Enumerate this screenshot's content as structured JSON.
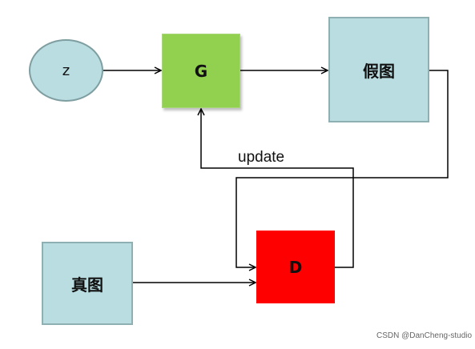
{
  "nodes": {
    "z": "z",
    "generator": "G",
    "fake_image": "假图",
    "real_image": "真图",
    "discriminator": "D"
  },
  "edge_labels": {
    "update": "update"
  },
  "watermark": "CSDN @DanCheng-studio",
  "colors": {
    "z_fill": "#b9dde1",
    "generator_fill": "#92d050",
    "image_fill": "#b9dde1",
    "discriminator_fill": "#ff0000",
    "line": "#000000"
  }
}
